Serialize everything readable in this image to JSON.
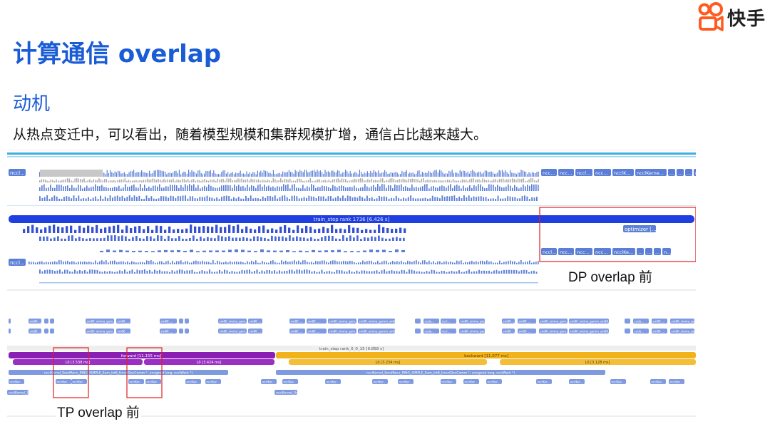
{
  "brand": {
    "name": "快手",
    "accent": "#ff5a1f"
  },
  "slide": {
    "title": "计算通信 overlap",
    "subtitle": "动机",
    "description": "从热点变迁中，可以看出，随着模型规模和集群规模扩增，通信占比越来越大。"
  },
  "trace_dp": {
    "callout": "DP overlap 前",
    "labels": {
      "nccl_top_left": "nccl...",
      "nccl_row6_left": "nccl...",
      "train_step": "train_step rank 1736 [6.426 s]",
      "optimizer": "optimizer [...",
      "top_right_blocks": [
        "ncc...",
        "ncc...",
        "nccl...",
        "ncc...",
        "ncclK...",
        "ncclKerne...",
        "...",
        "...",
        "...",
        "n..."
      ],
      "mid_right_blocks": [
        "nccl...",
        "ncc...",
        "ncc...",
        "ncc...",
        "ncclKe...",
        "...",
        "...",
        "...",
        "n..."
      ]
    },
    "colors": {
      "blue": "#5b7fd6",
      "bar": "#1f3fe0",
      "gray": "#a8a8a8",
      "highlight": "#e02020"
    }
  },
  "trace_tp": {
    "callout": "TP overlap 前",
    "labels": {
      "train_step": "train_step rank_0_0_15 [0.858 s]",
      "forward": "forward [11.155 ms]",
      "backward": "backward [11.077 ms]",
      "l0_left": "L0 [3.538 ms]",
      "l0_mid": "L0 [3.424 ms]",
      "l0_right1": "L0 [3.234 ms]",
      "l0_right2": "L0 [3.128 ms]",
      "kernel_left": "ncclKernel_SendRecv_RING_SIMPLE_Sum_int8_t(ncclDevComm *, unsigned long, ncclWork *)",
      "kernel_right": "ncclKernel_SendRecv_RING_SIMPLE_Sum_int8_t(ncclDevComm *, unsigned long, ncclWork *)",
      "nccl_small": "ncclKer...",
      "nccl_left_bottom": "ncclKernel_Se...",
      "gemm_a": "sm80_xmma_gem...",
      "gemm_b": "sm80_xmma_gemm_sm80...",
      "misc_a": "sm80_...",
      "misc_b": "cuda...",
      "misc_c": "nccl..."
    },
    "colors": {
      "purple": "#8a1fb3",
      "orange": "#f2b21a",
      "blue": "#7f9ae0",
      "highlight": "#e02020"
    }
  }
}
